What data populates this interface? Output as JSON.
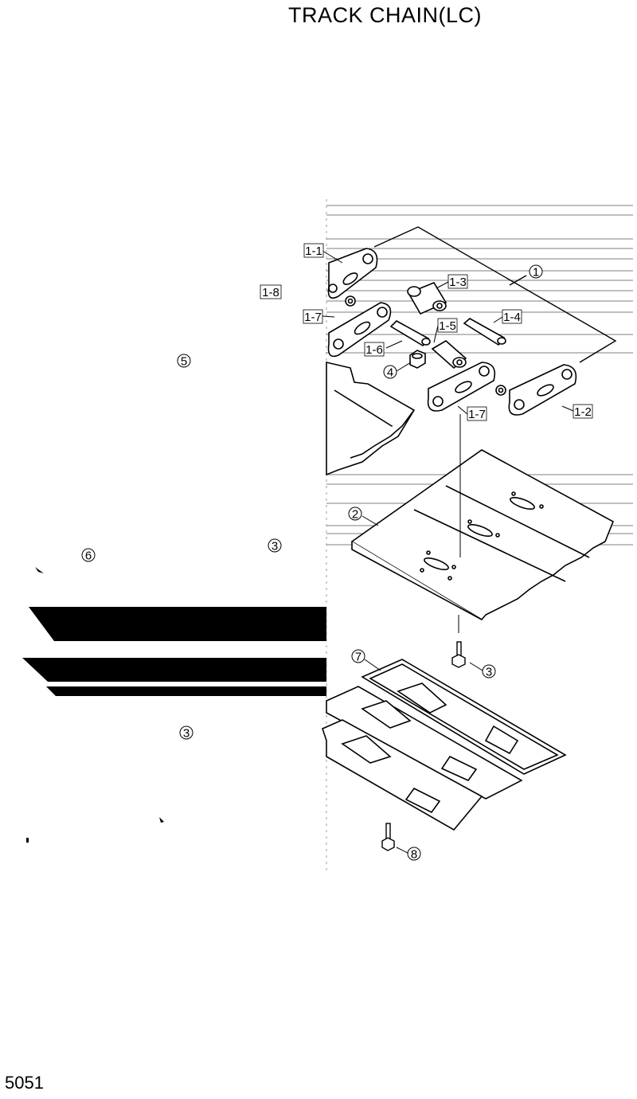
{
  "title": "TRACK CHAIN(LC)",
  "page_number": "5051",
  "callouts": {
    "c1": "1",
    "c1_1": "1-1",
    "c1_2": "1-2",
    "c1_3": "1-3",
    "c1_4": "1-4",
    "c1_5": "1-5",
    "c1_6": "1-6",
    "c1_7a": "1-7",
    "c1_7b": "1-7",
    "c1_8": "1-8",
    "c2": "2",
    "c3a": "3",
    "c3b": "3",
    "c3c": "3",
    "c4": "4",
    "c5": "5",
    "c6": "6",
    "c7": "7",
    "c8": "8"
  }
}
